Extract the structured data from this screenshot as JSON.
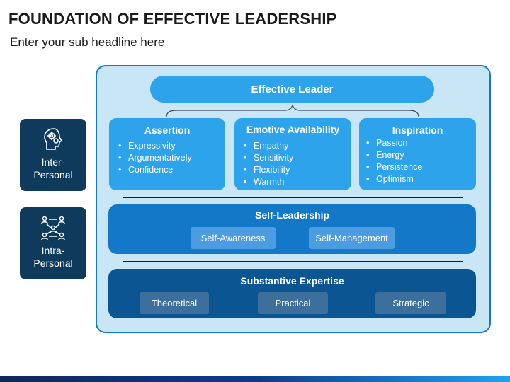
{
  "header": {
    "title": "FOUNDATION OF EFFECTIVE LEADERSHIP",
    "subtitle": "Enter your sub headline here"
  },
  "side_labels": [
    {
      "label": "Inter-Personal",
      "icon": "head-gears-icon"
    },
    {
      "label": "Intra-Personal",
      "icon": "network-people-icon"
    }
  ],
  "top": {
    "label": "Effective Leader"
  },
  "cards": [
    {
      "title": "Assertion",
      "items": [
        "Expressivity",
        "Argumentatively",
        "Confidence"
      ]
    },
    {
      "title": "Emotive Availability",
      "items": [
        "Empathy",
        "Sensitivity",
        "Flexibility",
        "Warmth"
      ]
    },
    {
      "title": "Inspiration",
      "items": [
        "Passion",
        "Energy",
        "Persistence",
        "Optimism"
      ]
    }
  ],
  "self_leadership": {
    "title": "Self-Leadership",
    "items": [
      "Self-Awareness",
      "Self-Management"
    ]
  },
  "expertise": {
    "title": "Substantive Expertise",
    "items": [
      "Theoretical",
      "Practical",
      "Strategic"
    ]
  },
  "colors": {
    "navy": "#0e3a5c",
    "light_blue": "#2da3ec",
    "mid_blue": "#1478c8",
    "dark_blue": "#0a5592",
    "panel_bg": "#c9e6f7"
  }
}
